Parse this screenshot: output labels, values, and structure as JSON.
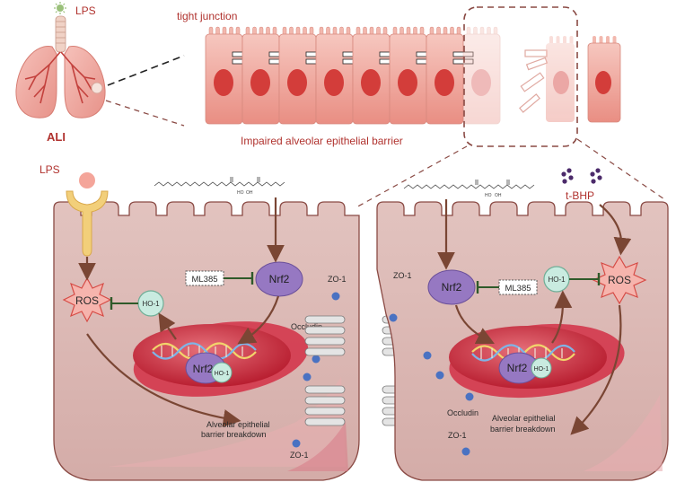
{
  "top": {
    "lps": "LPS",
    "ali": "ALI",
    "tight_junction": "tight junction",
    "impaired_barrier": "Impaired alveolar  epithelial barrier"
  },
  "left_cell": {
    "lps": "LPS",
    "ros": "ROS",
    "ho1": "HO-1",
    "ml385": "ML385",
    "nrf2": "Nrf2",
    "zo1_top": "ZO-1",
    "occludin": "Occludin",
    "nucleus_nrf2": "Nrf2",
    "nucleus_ho1": "HO-1",
    "breakdown_line1": "Alveolar epithelial",
    "breakdown_line2": "barrier breakdown",
    "zo1_bottom": "ZO-1",
    "chem_oh": "HO",
    "chem_oh2": "OH"
  },
  "right_cell": {
    "tbhp": "t-BHP",
    "ros": "ROS",
    "ho1": "HO-1",
    "ml385": "ML385",
    "nrf2": "Nrf2",
    "zo1_top": "ZO-1",
    "nucleus_nrf2": "Nrf2",
    "nucleus_ho1": "HO-1",
    "occludin": "Occludin",
    "zo1_bottom": "ZO-1",
    "breakdown_line1": "Alveolar epithelial",
    "breakdown_line2": "barrier breakdown",
    "chem_oh": "HO",
    "chem_oh2": "OH"
  },
  "colors": {
    "cell_fill": "#d9b7b3",
    "cell_stroke": "#8a4a44",
    "nucleus": "#c8333f",
    "nrf2_fill": "#9678c2",
    "ho1_fill": "#c9ebe0",
    "ros_fill": "#f2a7a0",
    "arrow": "#7a4634",
    "inhibit": "#2f5a2a",
    "dot_blue": "#4a72c2",
    "label_red": "#b0322e"
  }
}
